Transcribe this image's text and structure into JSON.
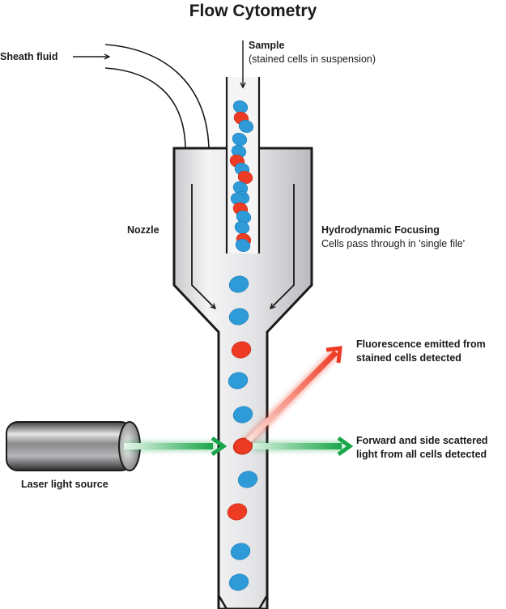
{
  "title": "Flow Cytometry",
  "labels": {
    "sheath_fluid": "Sheath fluid",
    "sample_title": "Sample",
    "sample_sub": "(stained cells in suspension)",
    "nozzle": "Nozzle",
    "hydro_title": "Hydrodynamic Focusing",
    "hydro_sub": "Cells pass through in 'single file'",
    "fluorescence_line1": "Fluorescence emitted from",
    "fluorescence_line2": "stained cells detected",
    "scatter_line1": "Forward and side scattered",
    "scatter_line2": "light from all cells detected",
    "laser": "Laser light source"
  },
  "colors": {
    "stained_cell": "#ee3b24",
    "unstained_cell": "#2e9ad8",
    "laser_beam": "#1aa64a",
    "fluorescence_beam": "#ee3b24",
    "outline": "#1a1a1a"
  },
  "sample_cells": [
    "blue",
    "red",
    "blue",
    "blue",
    "blue",
    "red",
    "blue",
    "red",
    "blue",
    "blue",
    "blue",
    "red",
    "blue",
    "blue",
    "red",
    "blue"
  ],
  "stream_cells": [
    "blue",
    "blue",
    "red",
    "blue",
    "blue",
    "red",
    "blue",
    "red",
    "blue",
    "blue"
  ]
}
